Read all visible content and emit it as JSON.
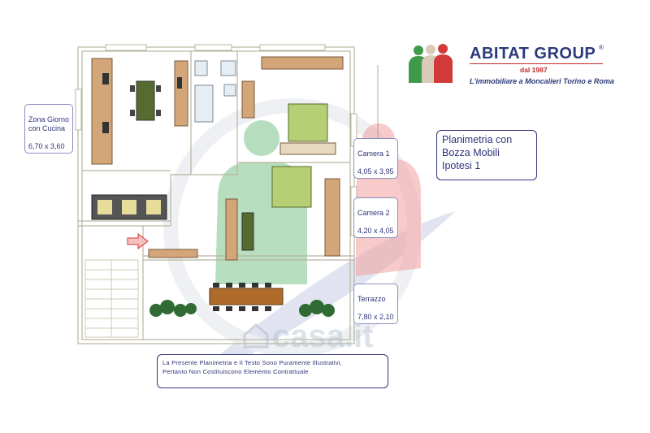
{
  "brand": {
    "name": "ABITAT GROUP",
    "registered_mark": "®",
    "since": "dal 1987",
    "tagline": "L'immobiliare a Moncalieri Torino e Roma",
    "colors": {
      "green": "#3f9a4a",
      "beige": "#d8cbb8",
      "red": "#d23a3a",
      "navy": "#2b3a7a"
    }
  },
  "info_box": {
    "text": "Planimetria  con\nBozza  Mobili\nIpotesi  1"
  },
  "rooms": [
    {
      "name": "Zona Giorno\ncon Cucina",
      "size": "6,70 x 3,60"
    },
    {
      "name": "Camera  1",
      "size": "4,05 x 3,95"
    },
    {
      "name": "Camera 2",
      "size": "4,20 x 4,05"
    },
    {
      "name": "Terrazzo",
      "size": "7,80 x 2,10"
    }
  ],
  "disclaimer": {
    "text": "La  Presente  Planimetria  e  Il  Testo  Sono  Puramente  Illustrativi,\nPertanto  Non  Costituiscono  Elemento  Contrattuale"
  },
  "watermark": {
    "text": "casa.it",
    "icon": "house-icon"
  }
}
